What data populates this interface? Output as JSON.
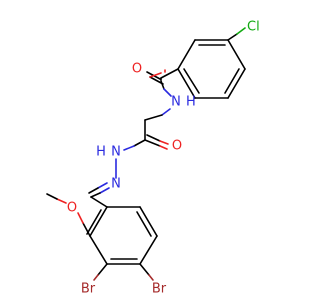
{
  "molecule": {
    "atom_labels": {
      "cl": "Cl",
      "o_amide1": "O",
      "n_amide": "N",
      "h_amide": "H",
      "h_hydrazide": "H",
      "n_hydrazide": "N",
      "o_amide2": "O",
      "n_imine": "N",
      "o_methoxy": "O",
      "br_left": "Br",
      "br_right": "Br"
    },
    "colors": {
      "carbon_bond": "#000000",
      "nitrogen": "#2a2adf",
      "oxygen": "#ee2222",
      "chlorine": "#11aa11",
      "bromine": "#a52a2a",
      "background": "#ffffff"
    }
  }
}
